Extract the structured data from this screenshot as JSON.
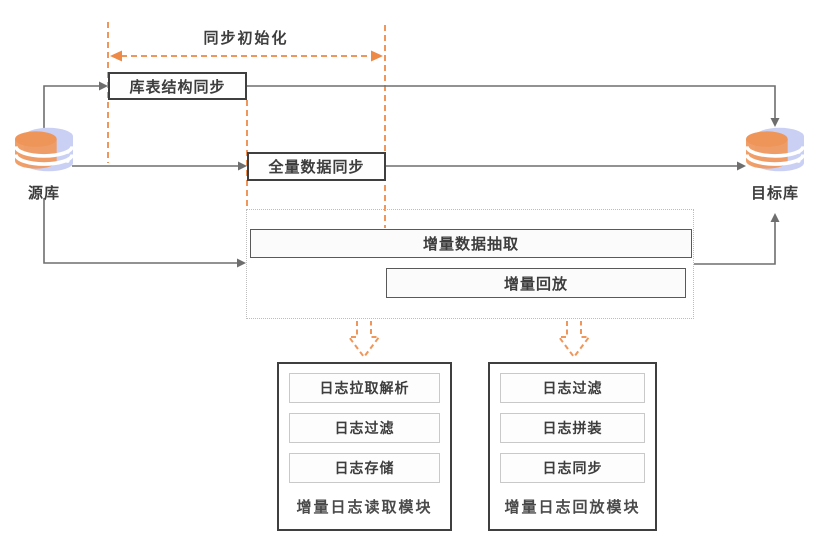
{
  "diagram": {
    "phase": {
      "label": "同步初始化"
    },
    "source_db": {
      "label": "源库"
    },
    "target_db": {
      "label": "目标库"
    },
    "steps": {
      "schema_sync": "库表结构同步",
      "full_sync": "全量数据同步",
      "incr_extract": "增量数据抽取",
      "incr_replay": "增量回放"
    },
    "modules": {
      "reader": {
        "title": "增量日志读取模块",
        "items": [
          "日志拉取解析",
          "日志过滤",
          "日志存储"
        ]
      },
      "replayer": {
        "title": "增量日志回放模块",
        "items": [
          "日志过滤",
          "日志拼装",
          "日志同步"
        ]
      }
    },
    "colors": {
      "orange_dash": "#F0965A",
      "orange_arrow": "#ED8A48",
      "gray_line": "#6e6e6e",
      "dark_border": "#3f3f3f",
      "dotted_border": "#bdbdbd",
      "db_blue": "#c9d0f4",
      "db_orange": "#f09a60"
    }
  }
}
